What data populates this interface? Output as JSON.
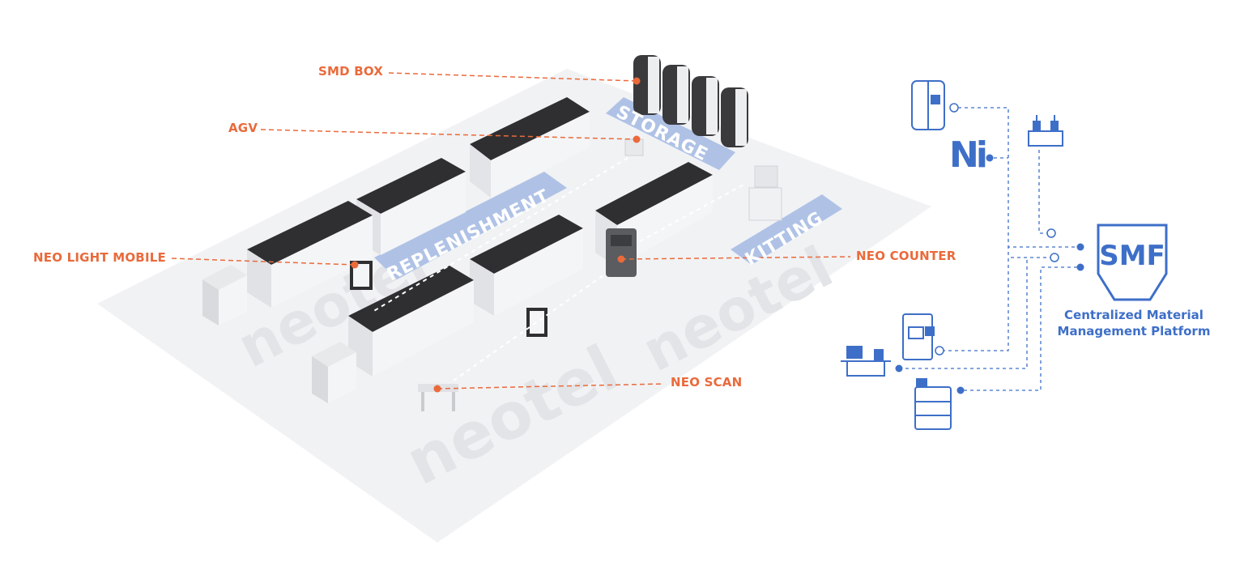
{
  "colors": {
    "callout": "#EA6A3B",
    "blue": "#3E6FC8",
    "zone_bg": "#AFC2E6",
    "floor": "#F1F2F4",
    "machine_body": "#F2F3F5",
    "machine_top": "#2E2E30",
    "watermark": "#E4E5E8"
  },
  "callouts": [
    {
      "id": "smd-box",
      "label": "SMD BOX"
    },
    {
      "id": "agv",
      "label": "AGV"
    },
    {
      "id": "neo-light-mobile",
      "label": "NEO LIGHT MOBILE"
    },
    {
      "id": "neo-counter",
      "label": "NEO COUNTER"
    },
    {
      "id": "neo-scan",
      "label": "NEO SCAN"
    }
  ],
  "zones": {
    "storage": "STORAGE",
    "replenishment": "REPLENISHMENT",
    "kitting": "KITTING"
  },
  "watermark": "neotel",
  "platform": {
    "badge": "SMF",
    "line1": "Centralized Material",
    "line2": "Management Platform",
    "ai_logo": "Ni"
  },
  "icons": [
    "storage-tower-icon",
    "reel-rack-icon",
    "ai-logo-icon",
    "counter-machine-icon",
    "scan-desk-icon",
    "cabinet-icon"
  ]
}
